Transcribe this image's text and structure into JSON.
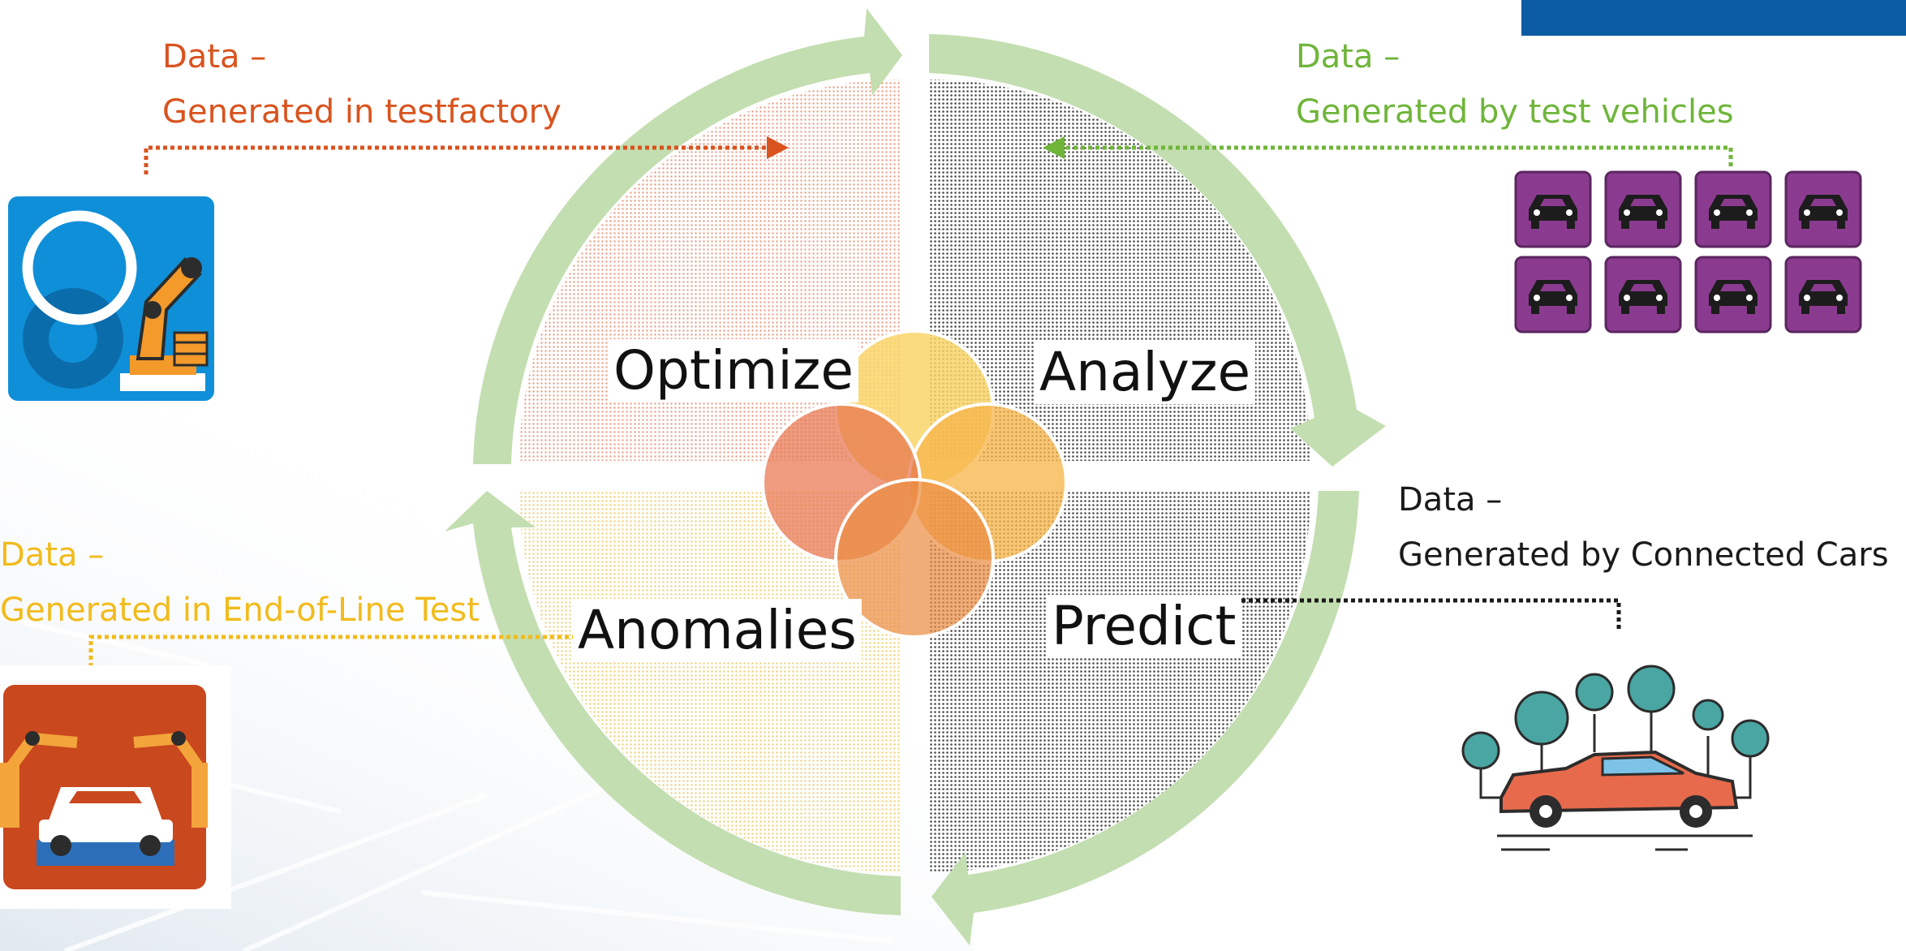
{
  "labels": {
    "testfactory": {
      "line1": "Data –",
      "line2": "Generated in testfactory"
    },
    "test_vehicles": {
      "line1": "Data –",
      "line2": "Generated by test vehicles"
    },
    "connected_cars": {
      "line1": "Data –",
      "line2": "Generated by Connected Cars"
    },
    "end_of_line": {
      "line1": "Data –",
      "line2": "Generated in End-of-Line Test"
    }
  },
  "cycle": {
    "optimize": "Optimize",
    "analyze": "Analyze",
    "anomalies": "Anomalies",
    "predict": "Predict"
  },
  "colors": {
    "orange": "#d9531e",
    "green": "#6fb53a",
    "yellow": "#f2bb1c",
    "black": "#1a1a1a",
    "ring": "#c3deb0",
    "vehicle_tile": "#8b3b8f",
    "robot_tile": "#0f8fd8",
    "eol_tile": "#c9481d",
    "header_bar": "#0b5ca3"
  },
  "icons": {
    "testfactory": "robot-arm-gear-icon",
    "test_vehicles": "car-grid-icon",
    "connected_cars": "connected-car-icon",
    "end_of_line": "assembly-line-car-icon"
  }
}
